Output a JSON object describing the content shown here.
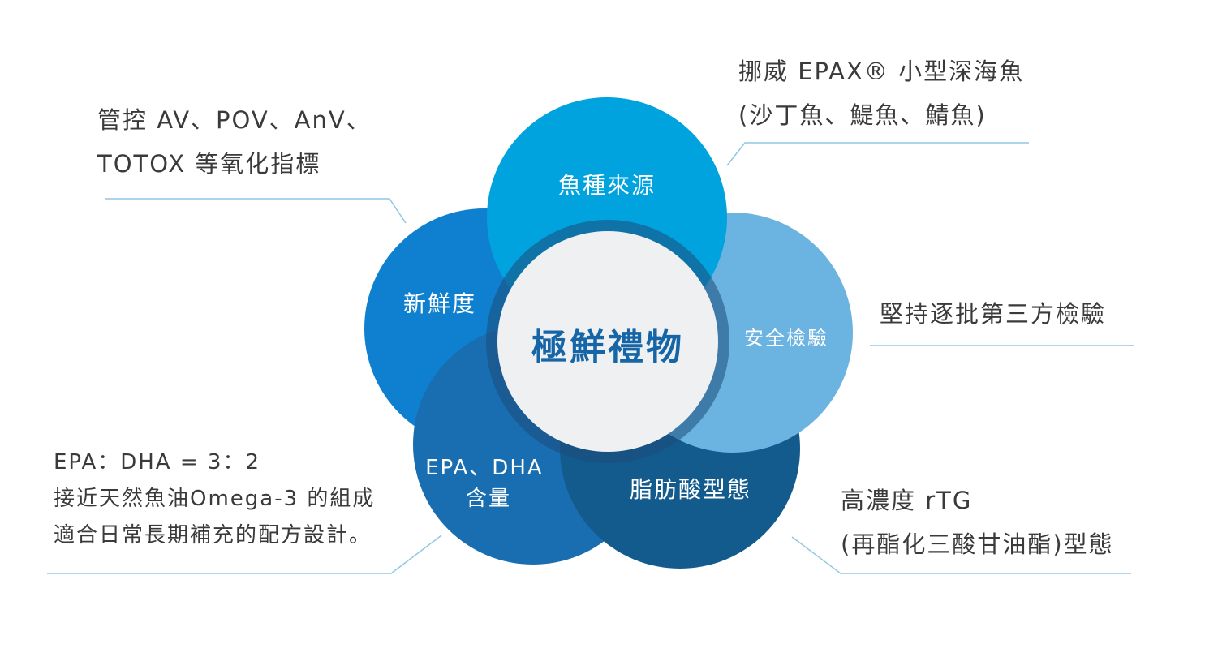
{
  "center": {
    "label": "極鮮禮物"
  },
  "petals": [
    {
      "id": "fish-source",
      "lines": [
        "魚種來源"
      ],
      "color": "#00a3de"
    },
    {
      "id": "safety-test",
      "lines": [
        "安全檢驗"
      ],
      "color": "#6bb3e1"
    },
    {
      "id": "form",
      "lines": [
        "脂肪酸型態"
      ],
      "color": "#135a8d"
    },
    {
      "id": "epa-dha",
      "lines": [
        "EPA、DHA",
        "含量"
      ],
      "color": "#186eb0"
    },
    {
      "id": "freshness",
      "lines": [
        "新鮮度"
      ],
      "color": "#0f80cf"
    }
  ],
  "colors": {
    "center_fill": "#eff0f2",
    "center_ring": "#1b4c7a",
    "center_text": "#1665a6",
    "leader_line": "#8fc7e5",
    "note_text": "#3a3a3a"
  },
  "notes": {
    "freshness": [
      "管控 AV、POV、AnV、",
      "TOTOX 等氧化指標"
    ],
    "fish_source": [
      "挪威 EPAX® 小型深海魚",
      "(沙丁魚、鯷魚、鯖魚)"
    ],
    "safety": [
      "堅持逐批第三方檢驗"
    ],
    "epa_dha": [
      "EPA：DHA = 3：2",
      "接近天然魚油Omega-3 的組成",
      "適合日常長期補充的配方設計。"
    ],
    "form": [
      "高濃度 rTG",
      "(再酯化三酸甘油酯)型態"
    ]
  }
}
